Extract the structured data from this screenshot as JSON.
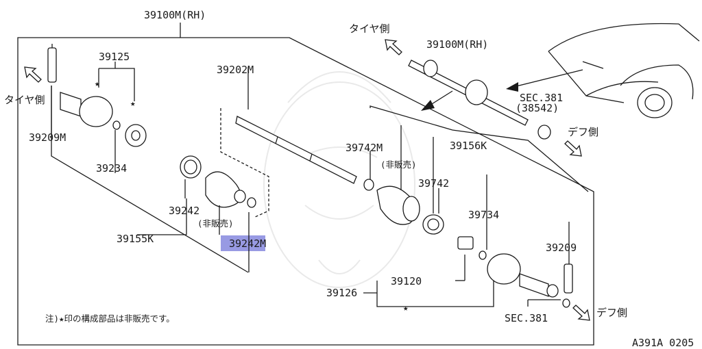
{
  "labels": {
    "main_assembly": "39100M(RH)",
    "inset_assembly": "39100M(RH)",
    "outer_joint_kit": "39125",
    "shaft": "39202M",
    "tire_side_left": "タイヤ側",
    "tire_side_top": "タイヤ側",
    "diff_side_right": "デフ側",
    "diff_side_bottom": "デフ側",
    "outer_joint": "39209M",
    "snap_ring_outer": "39234",
    "boot_band_outer": "39242",
    "not_sold_1": "(非販売)",
    "boot_kit_outer": "39242M",
    "outer_repair_kit": "39155K",
    "boot_kit_inner": "39742M",
    "not_sold_2": "(非販売)",
    "boot_band_inner": "39742",
    "inner_repair_kit": "39156K",
    "spider": "39734",
    "inner_joint": "39209",
    "inner_housing": "39120",
    "inner_joint_kit": "39126",
    "sec_381_top": "SEC.381",
    "sec_381_top_sub": "(38542)",
    "sec_381_bottom": "SEC.381",
    "note": "注)★印の構成部品は非販売です。",
    "drawing_code": "A391A 0205"
  },
  "highlight": {
    "target": "39242M",
    "color": "#8d8fe0"
  },
  "colors": {
    "line": "#1a1a1a",
    "background": "#ffffff"
  }
}
